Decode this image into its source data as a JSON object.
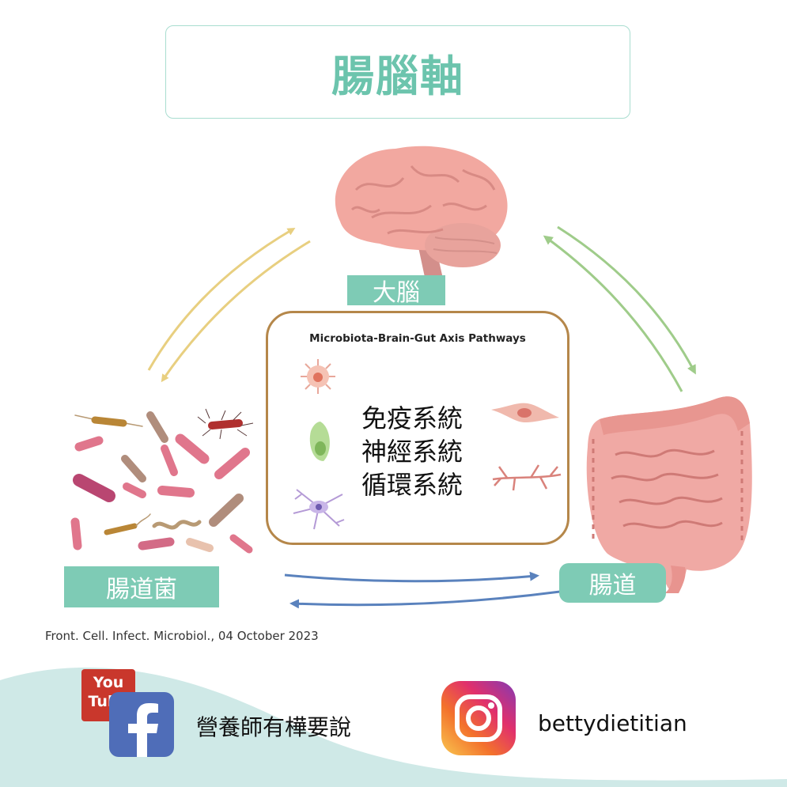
{
  "title": "腸腦軸",
  "labels": {
    "brain": "大腦",
    "gut_bacteria": "腸道菌",
    "gut": "腸道"
  },
  "pathways": {
    "title": "Microbiota-Brain-Gut Axis Pathways",
    "systems": [
      "免疫系統",
      "神經系統",
      "循環系統"
    ]
  },
  "citation": "Front. Cell. Infect. Microbiol., 04 October 2023",
  "social": {
    "youtube_logo_line1": "You",
    "youtube_logo_line2": "Tube",
    "facebook_name": "營養師有樺要說",
    "instagram_handle": "bettydietitian"
  },
  "colors": {
    "accent": "#7ecbb5",
    "title": "#6cc4ad",
    "box_border": "#b5874a",
    "arrow_brain_bacteria": "#e8cf80",
    "arrow_brain_gut": "#9fcc8a",
    "arrow_gut_bacteria": "#5a82bd",
    "footer_wave": "#cfe9e7"
  }
}
